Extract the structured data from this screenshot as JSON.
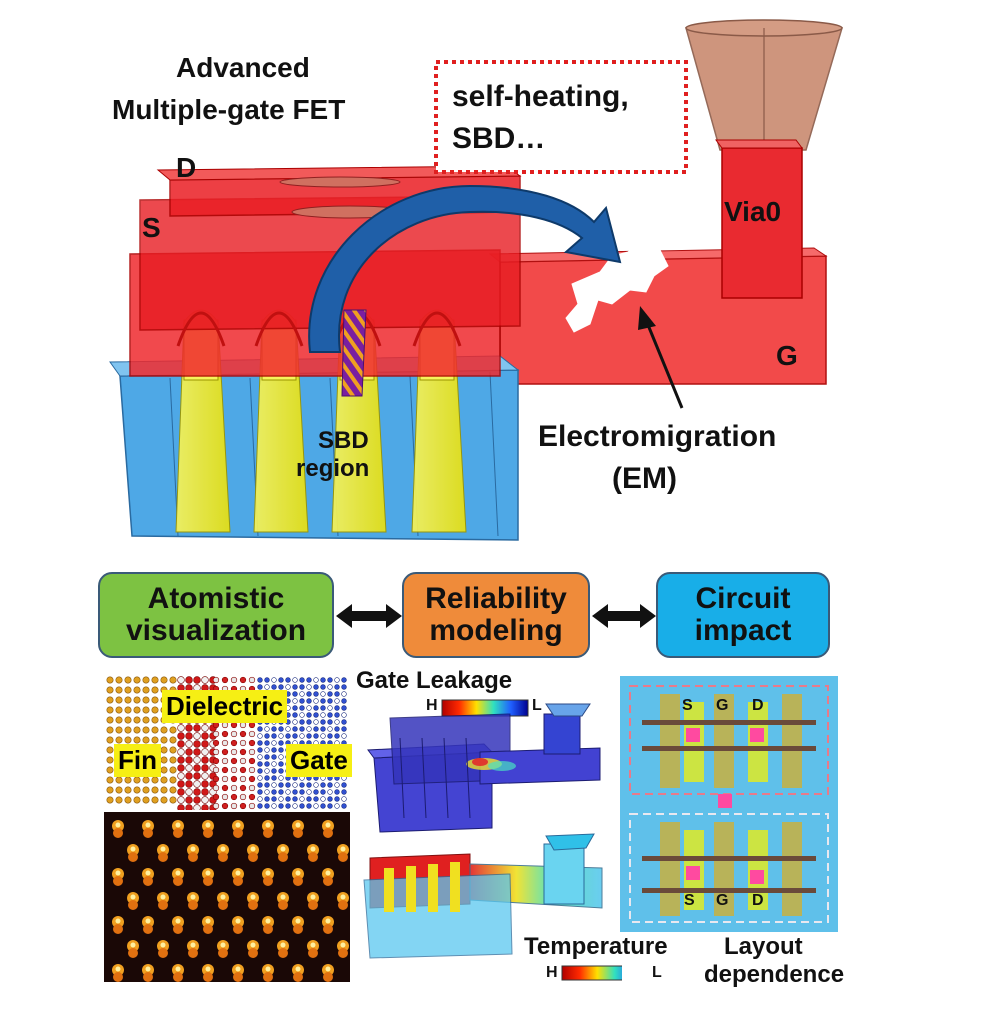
{
  "top": {
    "title_line1": "Advanced",
    "title_line2": "Multiple-gate FET",
    "callout_line1": "self-heating,",
    "callout_line2": "SBD…",
    "label_d": "D",
    "label_s": "S",
    "label_g": "G",
    "label_via": "Via0",
    "sbd_line1": "SBD",
    "sbd_line2": "region",
    "em_line1": "Electromigration",
    "em_line2": "(EM)"
  },
  "flow": {
    "left_line1": "Atomistic",
    "left_line2": "visualization",
    "mid_line1": "Reliability",
    "mid_line2": "modeling",
    "right_line1": "Circuit",
    "right_line2": "impact"
  },
  "atomistic": {
    "dielectric": "Dielectric",
    "fin": "Fin",
    "gate": "Gate"
  },
  "modeling": {
    "gate_leakage": "Gate Leakage",
    "scale_h": "H",
    "scale_l": "L",
    "temperature": "Temperature",
    "temp_h": "H",
    "temp_l": "L"
  },
  "circuit": {
    "top_s": "S",
    "top_g": "G",
    "top_d": "D",
    "bot_s": "S",
    "bot_g": "G",
    "bot_d": "D",
    "layout_line1": "Layout",
    "layout_line2": "dependence"
  },
  "colors": {
    "gate_red": "#e8141c",
    "fin_yellow": "#f2f01a",
    "oxide_blue": "#4ea8e6",
    "arrow_blue": "#1f5fa8",
    "box_green": "#7dc242",
    "box_orange": "#ef8b3a",
    "box_cyan": "#18aee8",
    "callout_red": "#e02020",
    "layout_bg": "#5fc0ea"
  }
}
